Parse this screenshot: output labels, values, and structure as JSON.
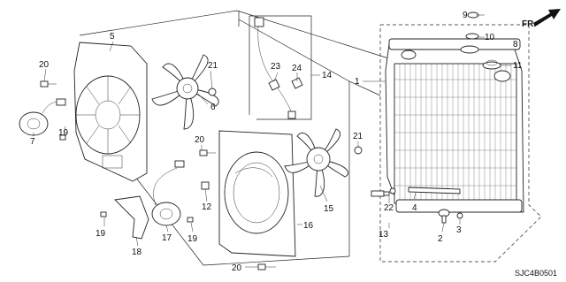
{
  "orientation": {
    "label": "FR."
  },
  "diagram_code": "SJC4B0501",
  "callouts": {
    "c1": "1",
    "c2": "2",
    "c3": "3",
    "c4": "4",
    "c5": "5",
    "c6": "6",
    "c7": "7",
    "c8": "8",
    "c9": "9",
    "c10": "10",
    "c11": "11",
    "c12": "12",
    "c13": "13",
    "c14": "14",
    "c15": "15",
    "c16": "16",
    "c17": "17",
    "c18": "18",
    "c19a": "19",
    "c19b": "19",
    "c19c": "19",
    "c20a": "20",
    "c20b": "20",
    "c20c": "20",
    "c21a": "21",
    "c21b": "21",
    "c22": "22",
    "c23": "23",
    "c24": "24"
  }
}
